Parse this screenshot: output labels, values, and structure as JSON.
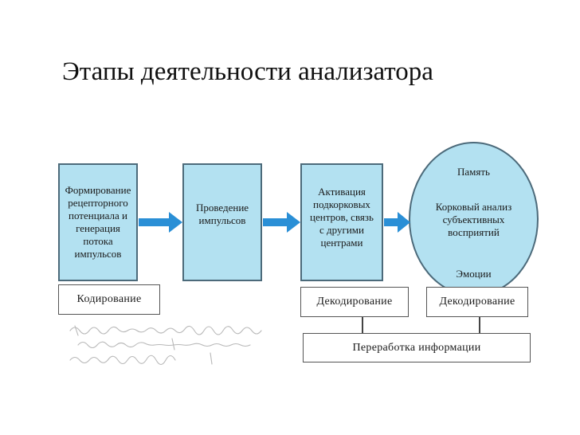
{
  "title": "Этапы деятельности анализатора",
  "box1": "Формирование\nрецепторного\nпотенциала и\nгенерация\nпотока\nимпульсов",
  "box2": "Проведение\nимпульсов",
  "box3": "Активация\nподкорковых\nцентров, связь\nс другими\nцентрами",
  "ellipse": {
    "top": "Память",
    "middle": "Корковый анализ\nсубъективных\nвосприятий",
    "bottom": "Эмоции"
  },
  "coding": "Кодирование",
  "decoding1": "Декодирование",
  "decoding2": "Декодирование",
  "processing": "Переработка информации",
  "colors": {
    "box_fill": "#b3e1f1",
    "arrow": "#2a8fd6",
    "border": "#4c6a7a"
  }
}
